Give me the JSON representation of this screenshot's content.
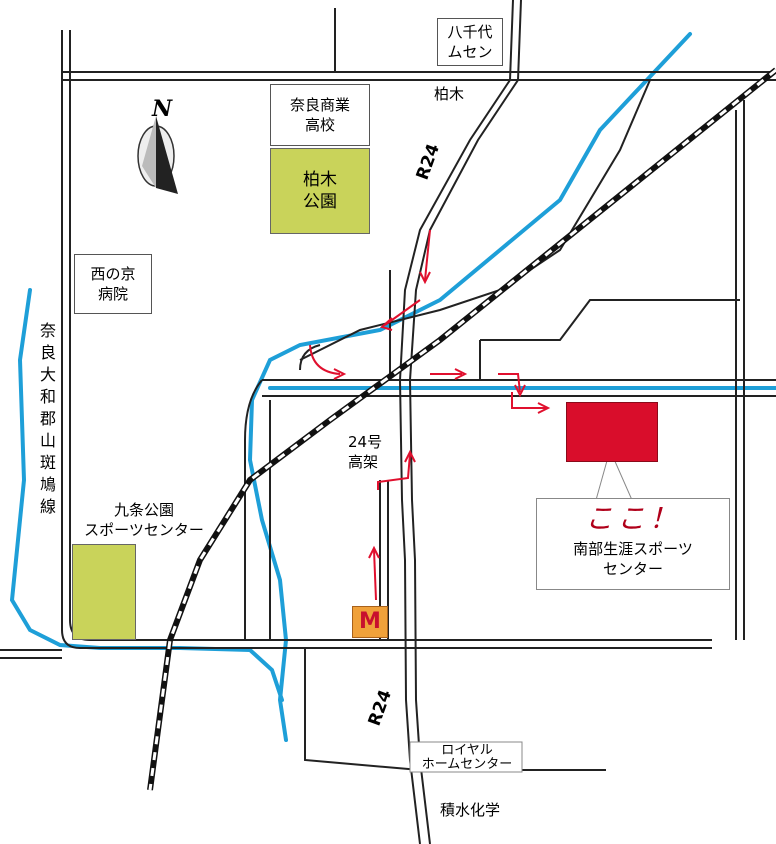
{
  "map": {
    "compass": {
      "label": "N"
    },
    "labels": {
      "yachiyo": "八千代\nムセン",
      "kashiwagi": "柏木",
      "nara_shogyo": "奈良商業\n高校",
      "kashiwagi_park": "柏木\n公園",
      "nishinokyo": "西の京\n病院",
      "line": "奈良大和郡山斑鳩線",
      "kujo": "九条公園\nスポーツセンター",
      "viaduct": "24号\n高架",
      "royal": "ロイヤル\nホームセンター",
      "sekisui": "積水化学",
      "route_north": "R24",
      "route_south": "R24",
      "logo": "M"
    },
    "callout": {
      "here": "ここ！",
      "name": "南部生涯スポーツ\nセンター"
    },
    "colors": {
      "river": "#1e9fd8",
      "park": "#c9d35a",
      "target": "#d90d2b",
      "arrow": "#e0102e",
      "road": "#222222"
    }
  }
}
